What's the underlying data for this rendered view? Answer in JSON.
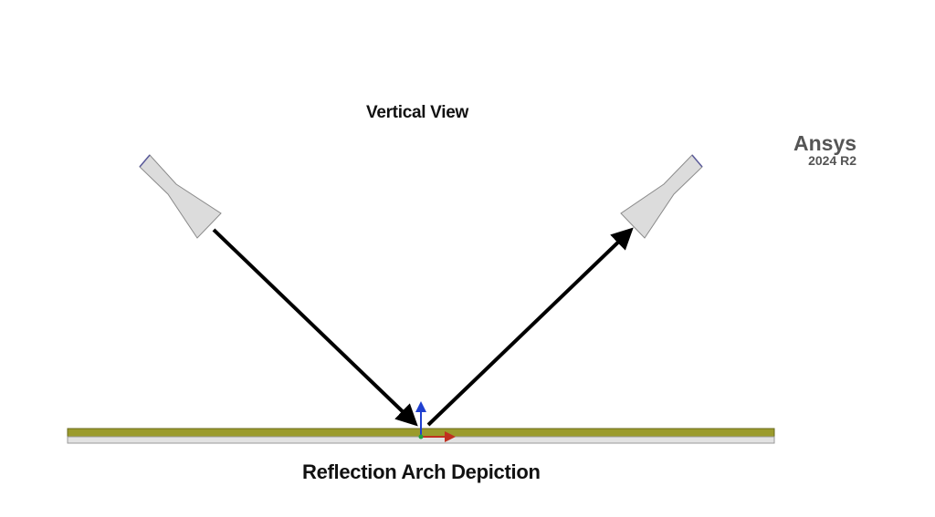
{
  "diagram": {
    "title": "Vertical View",
    "caption": "Reflection Arch Depiction",
    "brand": {
      "name": "Ansys",
      "version": "2024 R2"
    },
    "elements": {
      "transmit_antenna": "horn-antenna-left",
      "receive_antenna": "horn-antenna-right",
      "incident_ray": "incident-arrow",
      "reflected_ray": "reflected-arrow",
      "surface": "reflecting-plate",
      "axes": [
        "x-axis (red)",
        "y-axis (green)",
        "z-axis (blue)"
      ]
    },
    "colors": {
      "plate_top": "#9b9b2c",
      "plate_bottom": "#e2e2e2",
      "horn_fill": "#dcdcdc",
      "horn_edge": "#8a8a8a",
      "aperture_edge": "#5a5a9a",
      "arrow": "#000000",
      "axis_x": "#c03020",
      "axis_y": "#20a040",
      "axis_z": "#2040d0"
    }
  }
}
